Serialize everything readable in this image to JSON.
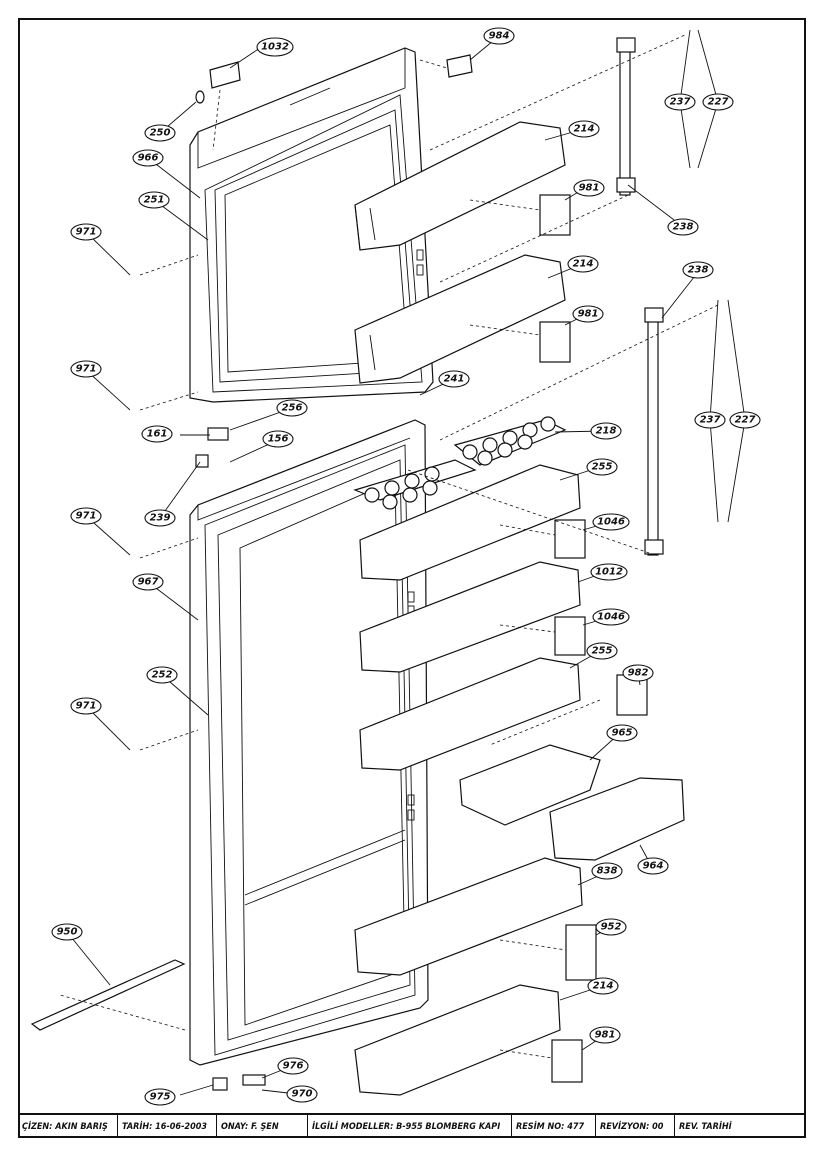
{
  "callouts": [
    {
      "id": "c1032",
      "text": "1032"
    },
    {
      "id": "c984",
      "text": "984"
    },
    {
      "id": "c250",
      "text": "250"
    },
    {
      "id": "c966",
      "text": "966"
    },
    {
      "id": "c251",
      "text": "251"
    },
    {
      "id": "c214a",
      "text": "214"
    },
    {
      "id": "c237a",
      "text": "237"
    },
    {
      "id": "c227a",
      "text": "227"
    },
    {
      "id": "c981a",
      "text": "981"
    },
    {
      "id": "c238a",
      "text": "238"
    },
    {
      "id": "c971a",
      "text": "971"
    },
    {
      "id": "c214b",
      "text": "214"
    },
    {
      "id": "c238b",
      "text": "238"
    },
    {
      "id": "c981b",
      "text": "981"
    },
    {
      "id": "c971b",
      "text": "971"
    },
    {
      "id": "c241",
      "text": "241"
    },
    {
      "id": "c256",
      "text": "256"
    },
    {
      "id": "c161",
      "text": "161"
    },
    {
      "id": "c218",
      "text": "218"
    },
    {
      "id": "c156",
      "text": "156"
    },
    {
      "id": "c237b",
      "text": "237"
    },
    {
      "id": "c227b",
      "text": "227"
    },
    {
      "id": "c239",
      "text": "239"
    },
    {
      "id": "c255a",
      "text": "255"
    },
    {
      "id": "c971c",
      "text": "971"
    },
    {
      "id": "c1046a",
      "text": "1046"
    },
    {
      "id": "c967",
      "text": "967"
    },
    {
      "id": "c1012",
      "text": "1012"
    },
    {
      "id": "c1046b",
      "text": "1046"
    },
    {
      "id": "c255b",
      "text": "255"
    },
    {
      "id": "c252",
      "text": "252"
    },
    {
      "id": "c982",
      "text": "982"
    },
    {
      "id": "c971d",
      "text": "971"
    },
    {
      "id": "c965",
      "text": "965"
    },
    {
      "id": "c964",
      "text": "964"
    },
    {
      "id": "c838",
      "text": "838"
    },
    {
      "id": "c950",
      "text": "950"
    },
    {
      "id": "c952",
      "text": "952"
    },
    {
      "id": "c214c",
      "text": "214"
    },
    {
      "id": "c976",
      "text": "976"
    },
    {
      "id": "c981c",
      "text": "981"
    },
    {
      "id": "c975",
      "text": "975"
    },
    {
      "id": "c970",
      "text": "970"
    }
  ],
  "title_block": {
    "drawn_by": "ÇİZEN: AKIN  BARIŞ",
    "date": "TARİH: 16-06-2003",
    "approved": "ONAY: F. ŞEN",
    "related_models": "İLGİLİ MODELLER: B-955  BLOMBERG KAPI",
    "drawing_no": "RESİM NO: 477",
    "revision": "REVİZYON: 00",
    "rev_date": "REV. TARİHİ"
  }
}
